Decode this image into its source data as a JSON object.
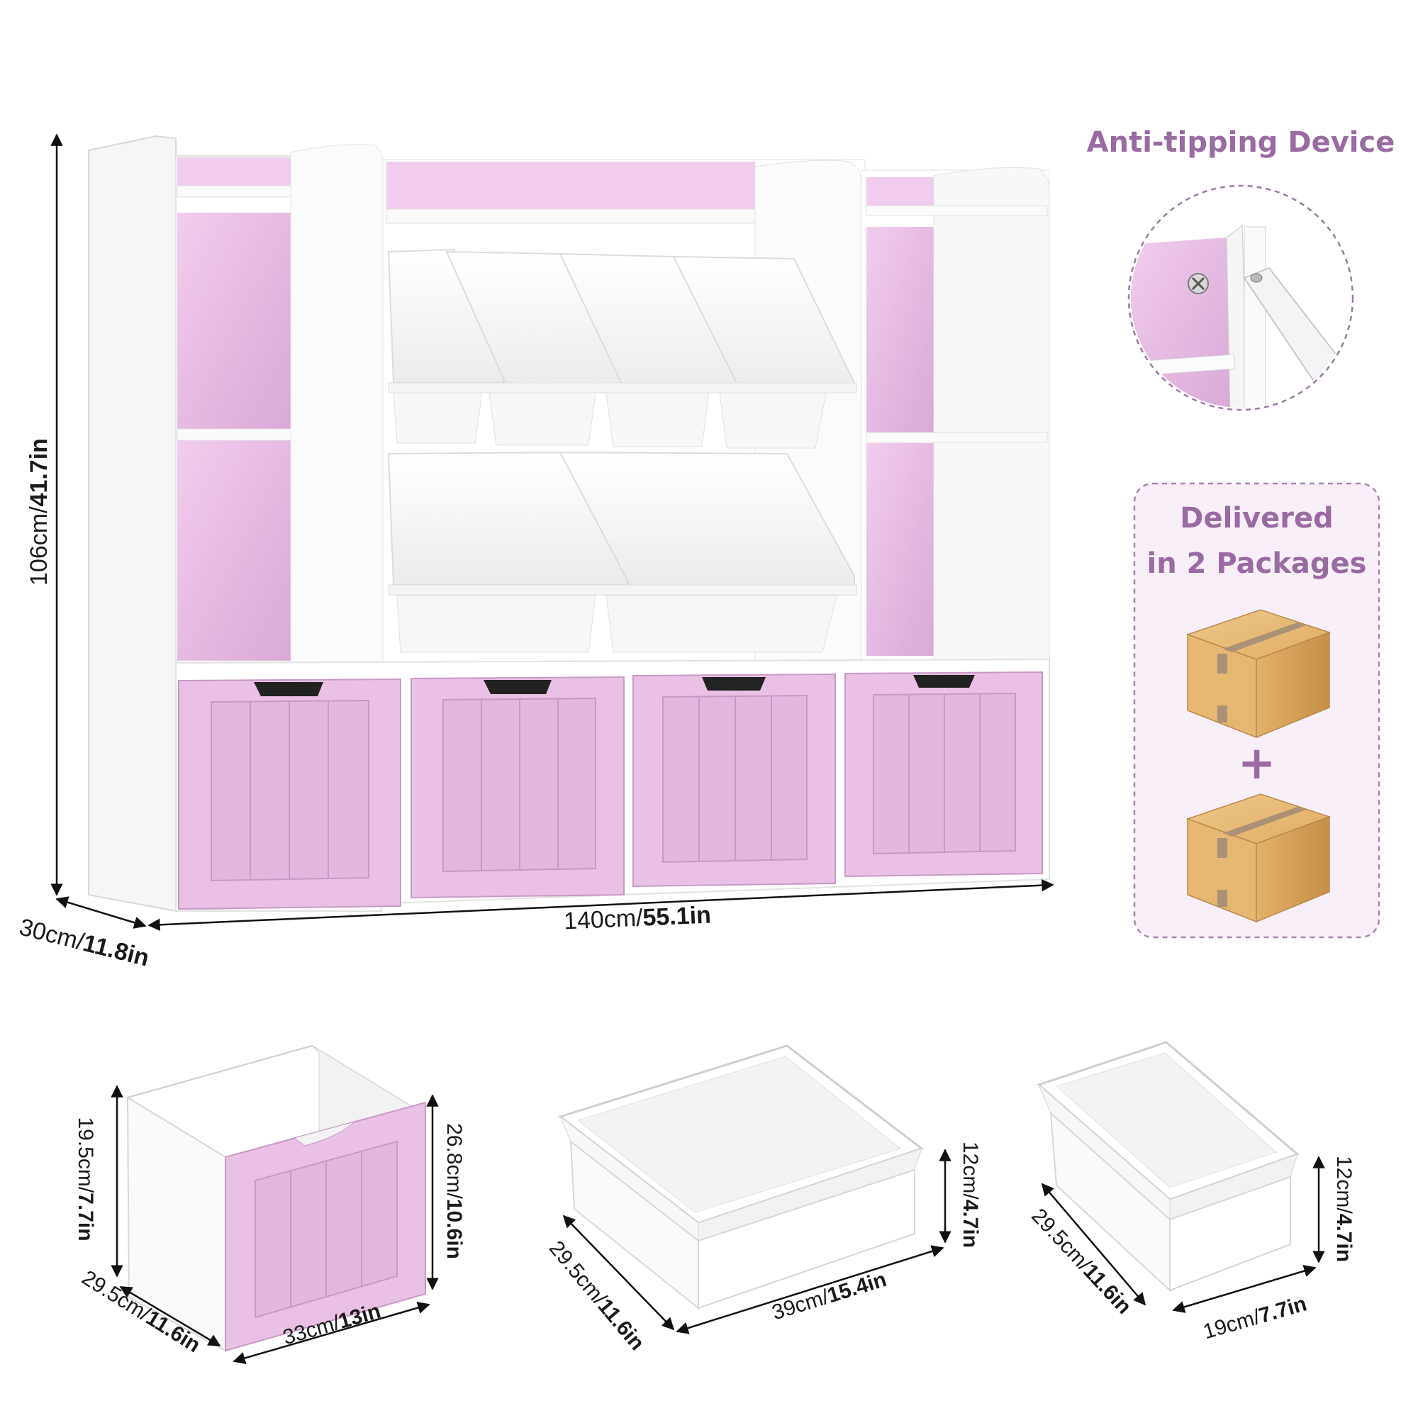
{
  "colors": {
    "accent_lilac": "#e7bfe3",
    "accent_lilac_dark": "#c99ac5",
    "title_purple": "#9a6aa3",
    "white_panel": "#ffffff",
    "cardboard": "#d9a866"
  },
  "main_unit": {
    "height": {
      "metric": "106cm/",
      "imperial": "41.7in"
    },
    "width": {
      "metric": "140cm/",
      "imperial": "55.1in"
    },
    "depth": {
      "metric": "30cm/",
      "imperial": "11.8in"
    }
  },
  "anti_tipping": {
    "title": "Anti-tipping Device",
    "icons": [
      "screw-icon",
      "strap-icon"
    ]
  },
  "delivery": {
    "line1": "Delivered",
    "line2": "in 2 Packages",
    "plus": "+",
    "icons": [
      "cardboard-box-icon",
      "cardboard-box-icon"
    ]
  },
  "drawer": {
    "height_back": {
      "metric": "19.5cm/",
      "imperial": "7.7in"
    },
    "height_front": {
      "metric": "26.8cm/",
      "imperial": "10.6in"
    },
    "depth": {
      "metric": "29.5cm/",
      "imperial": "11.6in"
    },
    "width": {
      "metric": "33cm/",
      "imperial": "13in"
    }
  },
  "large_bin": {
    "height": {
      "metric": "12cm/",
      "imperial": "4.7in"
    },
    "depth": {
      "metric": "29.5cm/",
      "imperial": "11.6in"
    },
    "width": {
      "metric": "39cm/",
      "imperial": "15.4in"
    }
  },
  "small_bin": {
    "height": {
      "metric": "12cm/",
      "imperial": "4.7in"
    },
    "depth": {
      "metric": "29.5cm/",
      "imperial": "11.6in"
    },
    "width": {
      "metric": "19cm/",
      "imperial": "7.7in"
    }
  }
}
